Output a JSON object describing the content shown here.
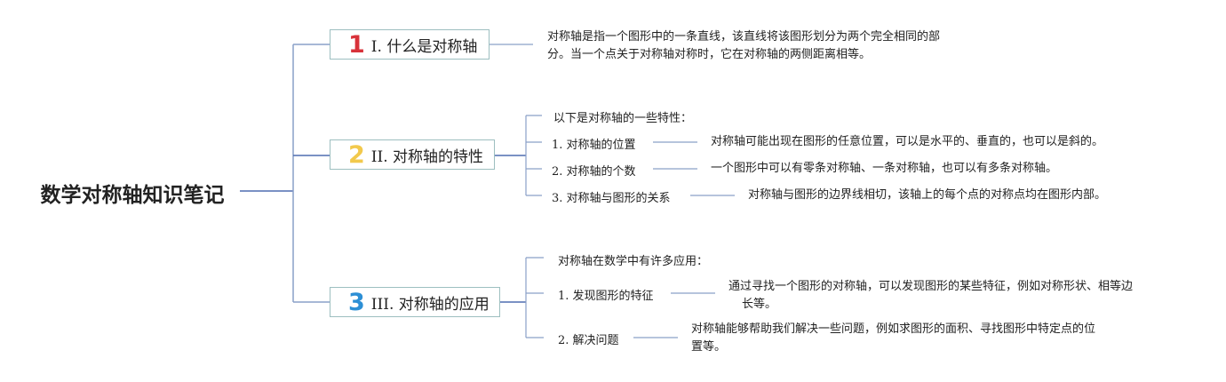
{
  "root": {
    "title": "数学对称轴知识笔记"
  },
  "branches": [
    {
      "number": "1",
      "number_color": "#d8323a",
      "label": "I. 什么是对称轴",
      "description_lines": [
        "对称轴是指一个图形中的一条直线，该直线将该图形划分为两个完全相同的部",
        "分。当一个点关于对称轴对称时，它在对称轴的两侧距离相等。"
      ]
    },
    {
      "number": "2",
      "number_color": "#f2c94c",
      "label": "II. 对称轴的特性",
      "intro": "以下是对称轴的一些特性：",
      "items": [
        {
          "label": "1. 对称轴的位置",
          "detail_lines": [
            "对称轴可能出现在图形的任意位置，可以是水平的、垂直的，也可以是斜的。"
          ]
        },
        {
          "label": "2. 对称轴的个数",
          "detail_lines": [
            "一个图形中可以有零条对称轴、一条对称轴，也可以有多条对称轴。"
          ]
        },
        {
          "label": "3. 对称轴与图形的关系",
          "detail_lines": [
            "对称轴与图形的边界线相切，该轴上的每个点的对称点均在图形内部。"
          ]
        }
      ]
    },
    {
      "number": "3",
      "number_color": "#2d8fd5",
      "label": "III. 对称轴的应用",
      "intro": "对称轴在数学中有许多应用：",
      "items": [
        {
          "label": "1. 发现图形的特征",
          "detail_lines": [
            "通过寻找一个图形的对称轴，可以发现图形的某些特征，例如对称形状、相等边",
            "长等。"
          ]
        },
        {
          "label": "2. 解决问题",
          "detail_lines": [
            "对称轴能够帮助我们解决一些问题，例如求图形的面积、寻找图形中特定点的位",
            "置等。"
          ]
        }
      ]
    }
  ],
  "colors": {
    "main_line": "#4f6db0",
    "branch_line": "#8aa0c8",
    "box_border": "#9dbfc0"
  }
}
